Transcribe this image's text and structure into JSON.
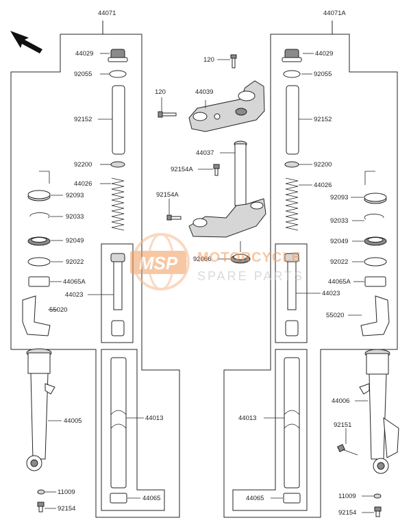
{
  "diagram": {
    "assembly_left": "44071",
    "assembly_right": "44071A",
    "labels_left": {
      "cap": "44029",
      "oring": "92055",
      "spacer": "92152",
      "washer": "92200",
      "spring": "44026",
      "seal": "92093",
      "circlip": "92033",
      "oilseal": "92049",
      "washer2": "92022",
      "bush": "44065A",
      "cylinder": "44023",
      "guard": "55020",
      "outer_tube": "44005",
      "inner_tube": "44013",
      "gasket": "11009",
      "bolt": "92154",
      "bush2": "44065"
    },
    "labels_right": {
      "cap": "44029",
      "oring": "92055",
      "spacer": "92152",
      "washer": "92200",
      "spring": "44026",
      "seal": "92093",
      "circlip": "92033",
      "oilseal": "92049",
      "washer2": "92022",
      "bush": "44065A",
      "cylinder": "44023",
      "guard": "55020",
      "outer_tube": "44006",
      "inner_tube": "44013",
      "bolt_side": "92151",
      "gasket": "11009",
      "bolt": "92154",
      "bush2": "44065"
    },
    "labels_center": {
      "bolt_top": "120",
      "bolt_left": "120",
      "bracket_top": "44039",
      "stem": "44037",
      "bolt_stem": "92154A",
      "bolt_lower": "92154A",
      "seal_stem": "92066"
    },
    "watermark": {
      "logo": "MSP",
      "line1": "MOTORCYCLE",
      "line2": "SPARE PARTS"
    },
    "colors": {
      "watermark": "#f29a5b",
      "watermark_globe": "#f6b98c",
      "ink": "#222222"
    }
  }
}
